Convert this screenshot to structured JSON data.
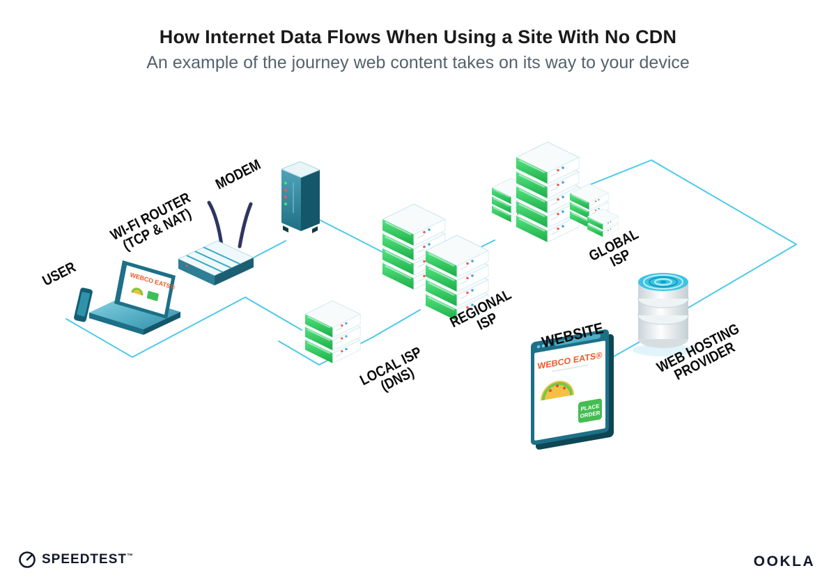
{
  "header": {
    "title": "How Internet Data Flows When Using a Site With No CDN",
    "subtitle": "An example of the journey web content takes on its way to your device"
  },
  "labels": {
    "user": {
      "line1": "USER"
    },
    "wifi_router": {
      "line1": "WI-FI ROUTER",
      "line2": "(TCP & NAT)"
    },
    "modem": {
      "line1": "MODEM"
    },
    "local_isp": {
      "line1": "LOCAL ISP",
      "line2": "(DNS)"
    },
    "regional_isp": {
      "line1": "REGIONAL",
      "line2": "ISP"
    },
    "global_isp": {
      "line1": "GLOBAL",
      "line2": "ISP"
    },
    "website": {
      "line1": "WEBSITE"
    },
    "web_hosting": {
      "line1": "WEB HOSTING",
      "line2": "PROVIDER"
    }
  },
  "devices": {
    "laptop_screen_brand": "WEBCO EATS®",
    "website_brand": "WEBCO EATS®",
    "website_button_line1": "PLACE",
    "website_button_line2": "ORDER"
  },
  "footer": {
    "speedtest": "SPEEDTEST",
    "speedtest_mark": "™",
    "ookla": "OOKLA"
  },
  "colors": {
    "wire_cyan": "#4EC9EA",
    "teal_dark": "#1C7088",
    "server_green": "#2FCC5A",
    "brand_orange": "#F05A28",
    "ink": "#12182B",
    "subtitle_gray": "#54626C"
  }
}
